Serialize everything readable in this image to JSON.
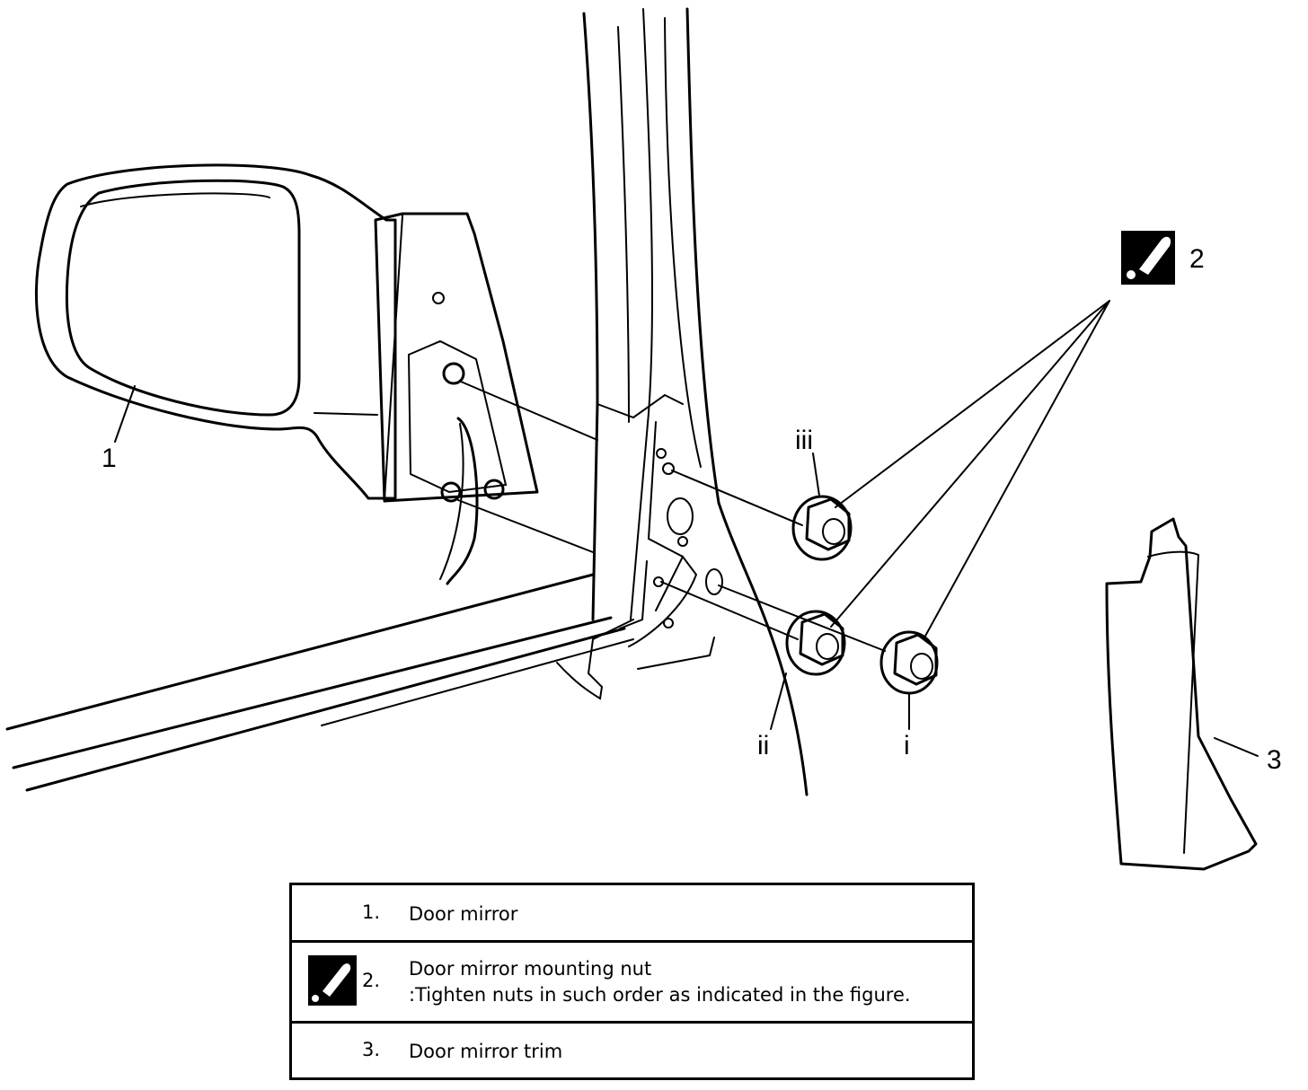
{
  "diagram": {
    "callouts": {
      "mirror": "1",
      "nut": "2",
      "trim": "3",
      "order_i": "i",
      "order_ii": "ii",
      "order_iii": "iii"
    },
    "icons": {
      "torque": "torque-wrench-icon"
    }
  },
  "legend": {
    "rows": [
      {
        "number": "1.",
        "line1": "Door mirror"
      },
      {
        "number": "2.",
        "line1": "Door mirror mounting nut",
        "line2": ":Tighten nuts in such order as indicated in the figure.",
        "icon": "torque-wrench-icon"
      },
      {
        "number": "3.",
        "line1": "Door mirror trim"
      }
    ]
  }
}
